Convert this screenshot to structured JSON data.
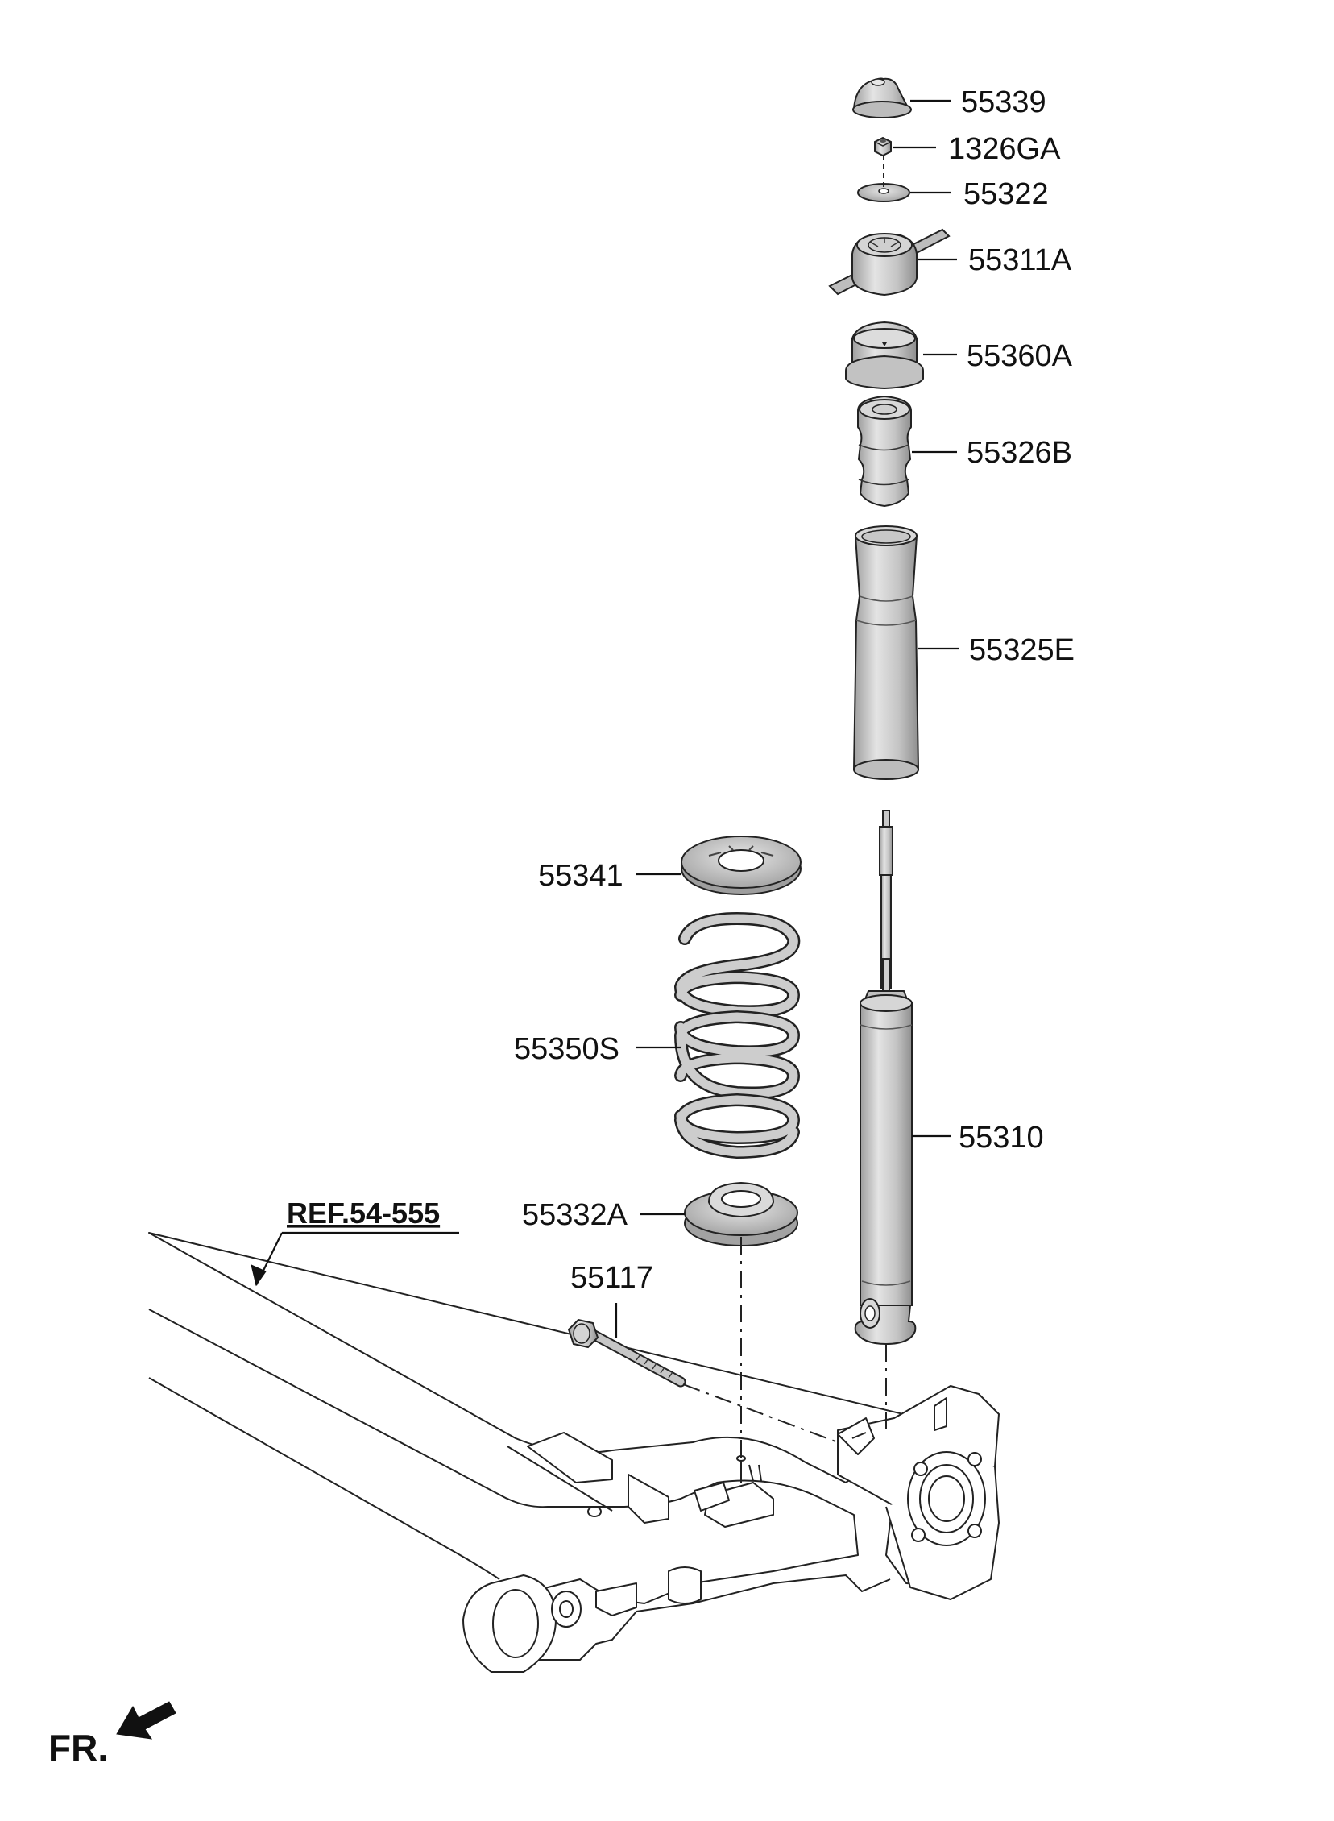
{
  "parts": {
    "p55339": "55339",
    "p1326ga": "1326GA",
    "p55322": "55322",
    "p55311a": "55311A",
    "p55360a": "55360A",
    "p55326b": "55326B",
    "p55325e": "55325E",
    "p55341": "55341",
    "p55350s": "55350S",
    "p55332a": "55332A",
    "p55117": "55117",
    "p55310": "55310"
  },
  "reference": "REF.54-555",
  "direction": "FR.",
  "colors": {
    "part_fill": "#cfcfcf",
    "part_shade": "#a9a9a9",
    "line": "#111111",
    "background": "#ffffff"
  }
}
